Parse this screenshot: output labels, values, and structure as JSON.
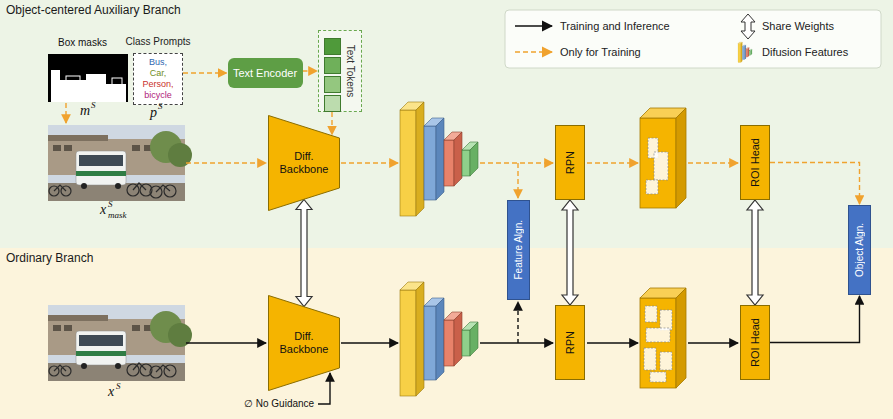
{
  "diagram": {
    "nodes": [
      {
        "text": [
          "Object-centered Auxiliary Branch"
        ]
      },
      {
        "text": [
          "Class Prompts",
          "Bus,",
          "Car,",
          "Person,",
          "bicycle"
        ],
        "in": 0
      },
      {
        "text": [
          "Text Encoder"
        ],
        "in": 0
      },
      {
        "text": [
          "Text Tokens"
        ],
        "in": 0
      },
      {
        "text": [
          "Diff. Backbone"
        ],
        "in": 0
      },
      {
        "text": [
          "RPN"
        ],
        "in": 0
      },
      {
        "text": [
          "ROI Head"
        ],
        "in": 0
      },
      {
        "text": [
          "Feature Algn."
        ]
      },
      {
        "text": [
          "Object Algn."
        ]
      },
      {
        "text": [
          "Ordinary Branch"
        ]
      },
      {
        "text": [
          "Diff. Backbone"
        ],
        "in": 9
      },
      {
        "text": [
          "RPN"
        ],
        "in": 9
      },
      {
        "text": [
          "ROI Head"
        ],
        "in": 9
      }
    ],
    "edges": [
      {
        "from": 1,
        "to": 2,
        "arrow": "to"
      },
      {
        "from": 2,
        "to": 3,
        "arrow": "to"
      },
      {
        "from": 3,
        "to": 4,
        "arrow": "to"
      },
      {
        "from": 4,
        "to": 10,
        "arrow": "both"
      },
      {
        "from": 5,
        "to": 11,
        "arrow": "both"
      },
      {
        "from": 6,
        "to": 12,
        "arrow": "both"
      },
      {
        "from": 6,
        "to": 8,
        "arrow": "to"
      },
      {
        "from": 12,
        "to": 8,
        "arrow": "to"
      }
    ],
    "labels": [
      "Box masks",
      "m",
      "S",
      "p",
      "S",
      "x",
      "S",
      "mask",
      "x",
      "S",
      "∅ No Guidance"
    ],
    "legend": [
      {
        "text": "Training and Inference"
      },
      {
        "text": "Share Weights"
      },
      {
        "text": "Only for Training"
      },
      {
        "text": "Difusion Features"
      }
    ]
  }
}
